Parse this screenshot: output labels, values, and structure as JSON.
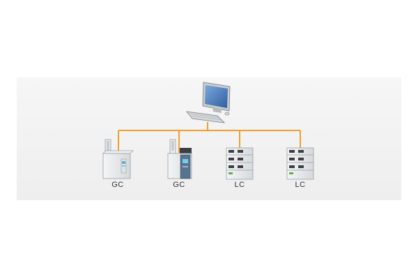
{
  "diagram": {
    "colors": {
      "network_line": "#f0a030",
      "panel_background": "#efefef",
      "screen": "#4a7fc0",
      "instrument_body": "#e4e6e8",
      "instrument_panel": "#4c6f8c"
    },
    "computer": {
      "icon": "desktop-computer-icon"
    },
    "instruments": [
      {
        "label": "GC",
        "icon": "gas-chromatograph-icon"
      },
      {
        "label": "GC",
        "icon": "gas-chromatograph-icon"
      },
      {
        "label": "LC",
        "icon": "liquid-chromatograph-icon"
      },
      {
        "label": "LC",
        "icon": "liquid-chromatograph-icon"
      }
    ]
  }
}
